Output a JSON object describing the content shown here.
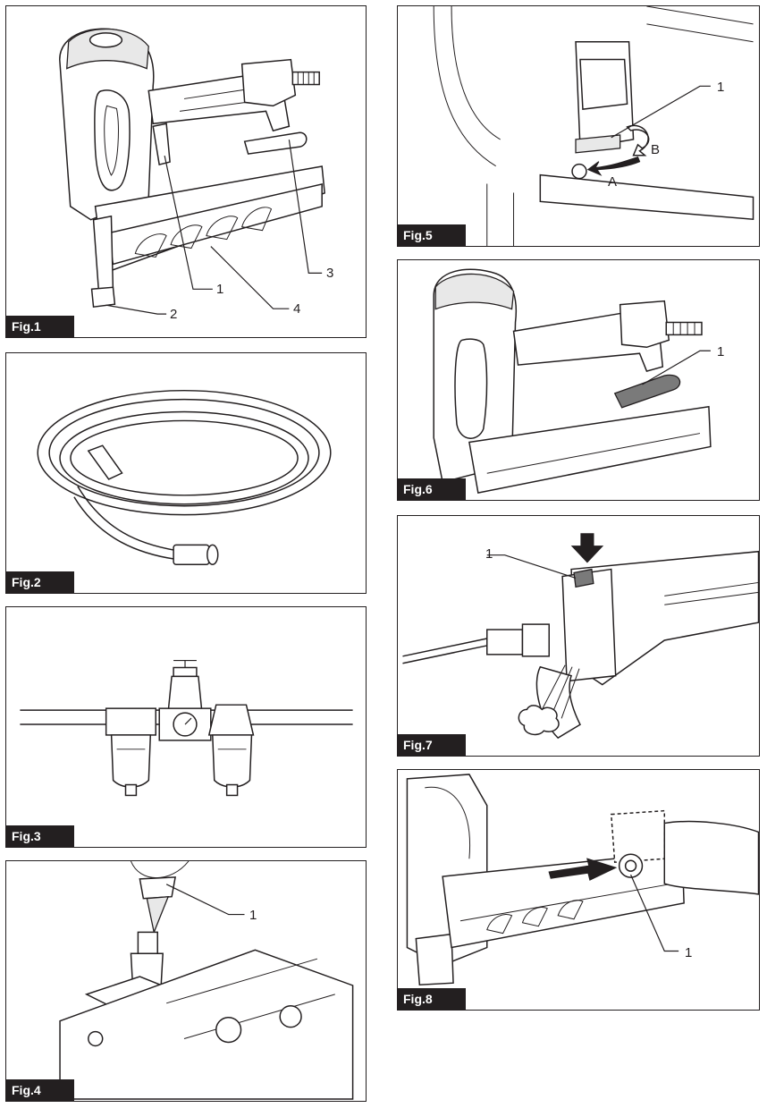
{
  "figures": [
    {
      "id": "fig1",
      "tag": "Fig.1",
      "callouts": [
        "1",
        "2",
        "3",
        "4"
      ]
    },
    {
      "id": "fig2",
      "tag": "Fig.2",
      "callouts": []
    },
    {
      "id": "fig3",
      "tag": "Fig.3",
      "callouts": []
    },
    {
      "id": "fig4",
      "tag": "Fig.4",
      "callouts": [
        "1"
      ]
    },
    {
      "id": "fig5",
      "tag": "Fig.5",
      "callouts": [
        "1",
        "A",
        "B"
      ]
    },
    {
      "id": "fig6",
      "tag": "Fig.6",
      "callouts": [
        "1"
      ]
    },
    {
      "id": "fig7",
      "tag": "Fig.7",
      "callouts": [
        "1"
      ]
    },
    {
      "id": "fig8",
      "tag": "Fig.8",
      "callouts": [
        "1"
      ]
    }
  ]
}
